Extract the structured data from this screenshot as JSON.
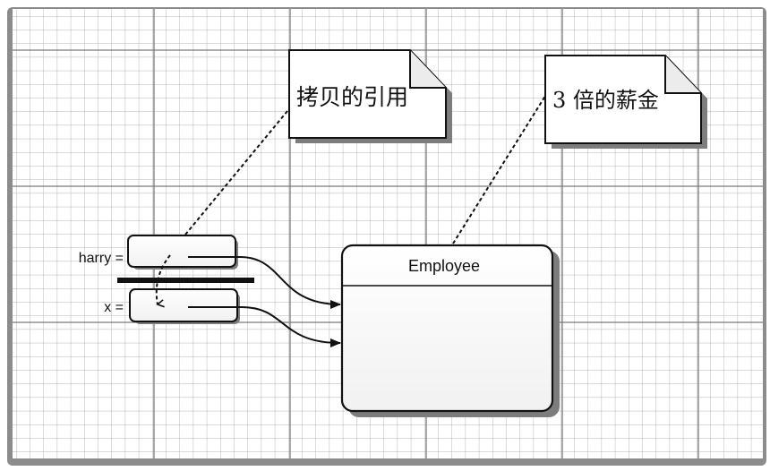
{
  "labels": {
    "harry": "harry =",
    "x": "x ="
  },
  "class_box": {
    "title": "Employee"
  },
  "notes": {
    "copied_reference": "拷贝的引用",
    "tripled_salary": "3 倍的薪金"
  }
}
